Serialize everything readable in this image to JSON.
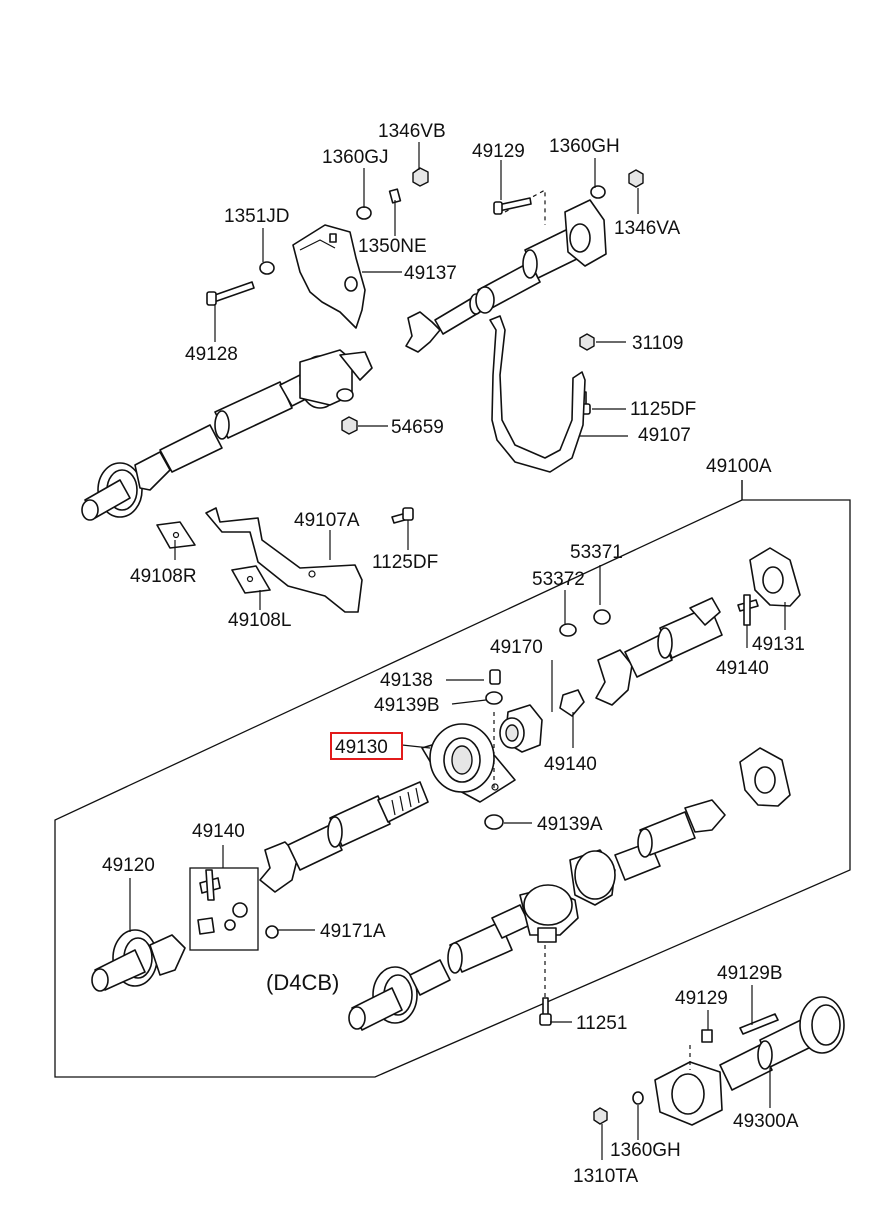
{
  "labels": {
    "p1346VB": "1346VB",
    "p1360GJ": "1360GJ",
    "p49129_top": "49129",
    "p1360GH_top": "1360GH",
    "p1351JD": "1351JD",
    "p1350NE": "1350NE",
    "p49137": "49137",
    "p1346VA": "1346VA",
    "p49128": "49128",
    "p31109": "31109",
    "p1125DF_top": "1125DF",
    "p54659": "54659",
    "p49107": "49107",
    "p49100A": "49100A",
    "p49107A": "49107A",
    "p49108R": "49108R",
    "p1125DF_mid": "1125DF",
    "p49108L": "49108L",
    "p53371": "53371",
    "p53372": "53372",
    "p49131": "49131",
    "p49170": "49170",
    "p49140_right": "49140",
    "p49138": "49138",
    "p49139B": "49139B",
    "p49130": "49130",
    "p49140_mid": "49140",
    "p49139A": "49139A",
    "p49140_left": "49140",
    "p49120": "49120",
    "p49171A": "49171A",
    "d4cb": "(D4CB)",
    "p11251": "11251",
    "p49129B": "49129B",
    "p49129_bottom": "49129",
    "p1360GH_bottom": "1360GH",
    "p49300A": "49300A",
    "p1310TA": "1310TA"
  },
  "highlight": {
    "part": "49130",
    "color": "#e21b1b"
  }
}
